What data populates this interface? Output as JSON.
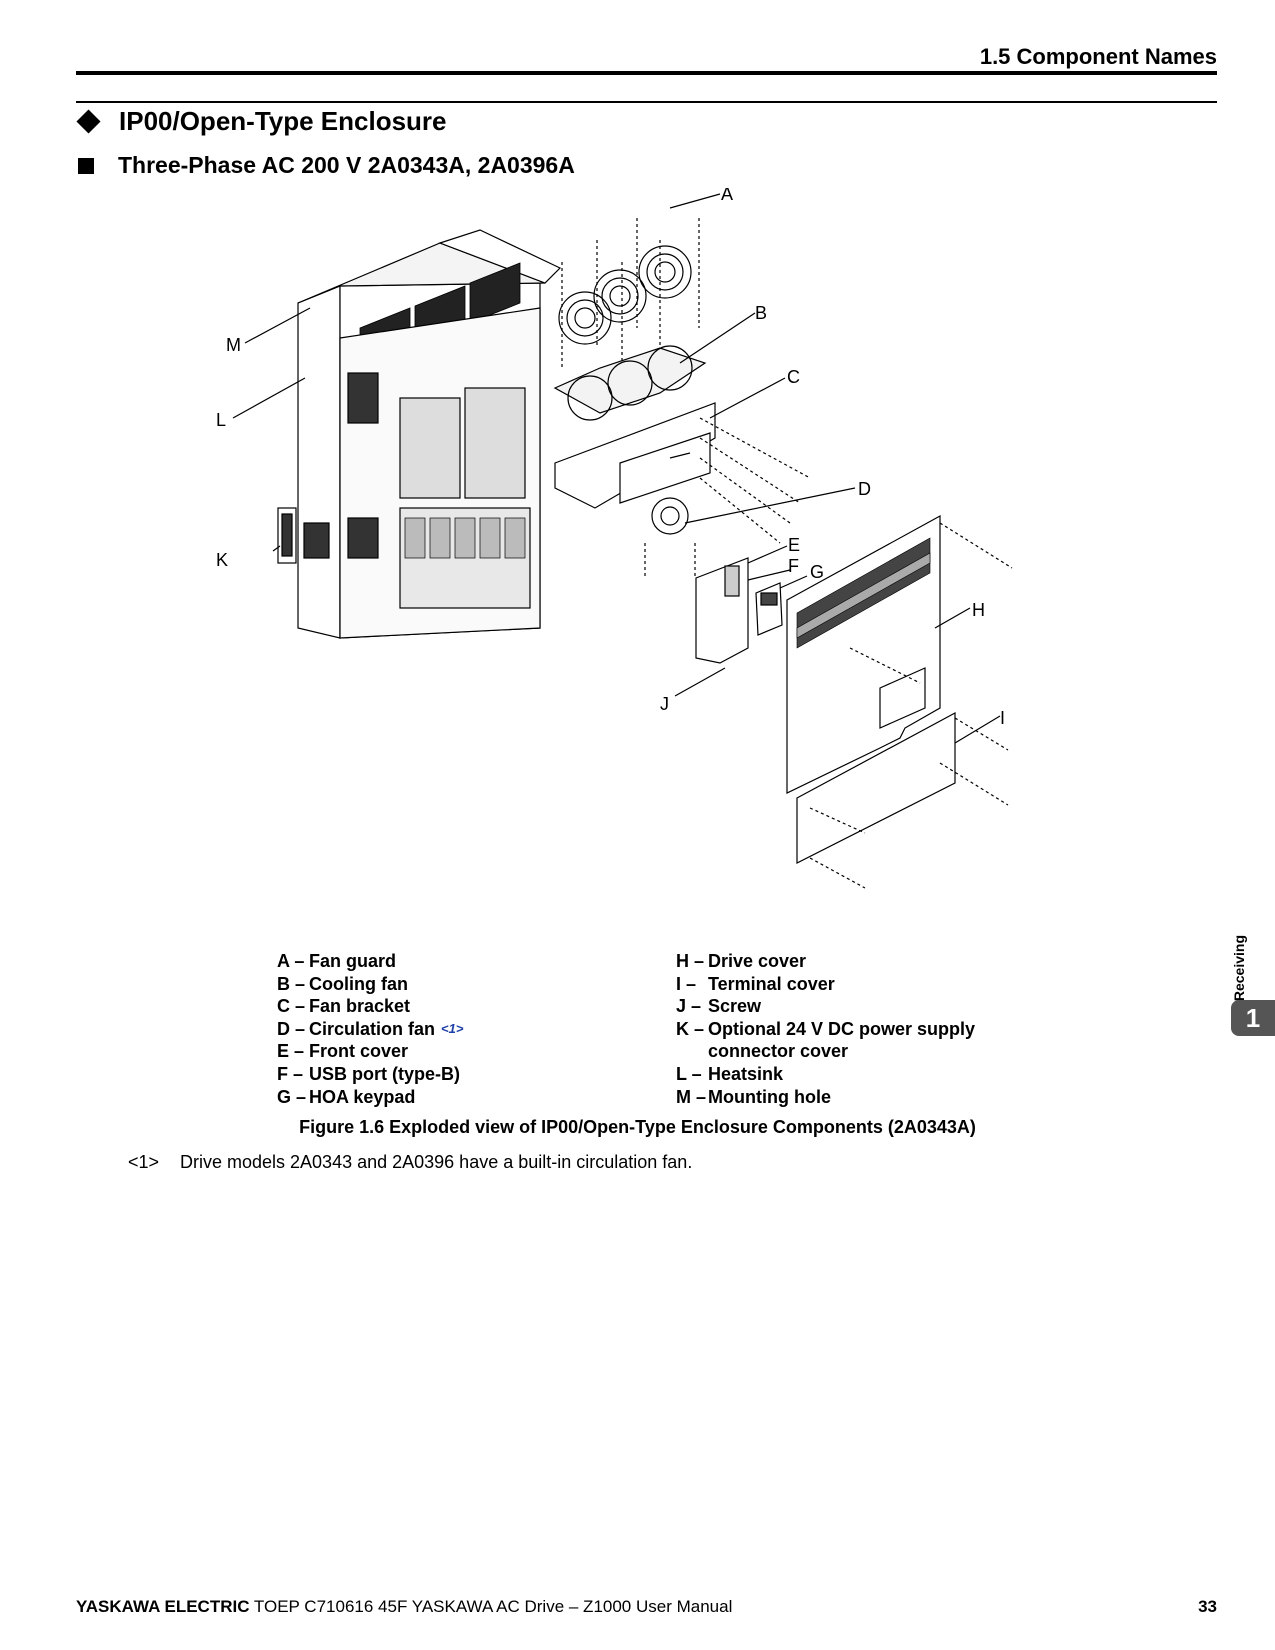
{
  "header": {
    "section": "1.5 Component Names"
  },
  "heading1": "IP00/Open-Type Enclosure",
  "heading2": "Three-Phase AC 200 V 2A0343A, 2A0396A",
  "figure": {
    "callouts": [
      "A",
      "B",
      "C",
      "D",
      "E",
      "F",
      "G",
      "H",
      "I",
      "J",
      "K",
      "L",
      "M"
    ],
    "caption": "Figure 1.6  Exploded view of IP00/Open-Type Enclosure Components (2A0343A)"
  },
  "legend_left": [
    {
      "key": "A –",
      "label": "Fan guard"
    },
    {
      "key": "B –",
      "label": "Cooling fan"
    },
    {
      "key": "C –",
      "label": "Fan bracket"
    },
    {
      "key": "D –",
      "label": "Circulation fan",
      "note": "<1>"
    },
    {
      "key": "E –",
      "label": "Front cover"
    },
    {
      "key": "F –",
      "label": "USB port (type-B)"
    },
    {
      "key": "G –",
      "label": "HOA keypad"
    }
  ],
  "legend_right": [
    {
      "key": "H –",
      "label": "Drive cover"
    },
    {
      "key": "I  –",
      "label": "Terminal cover"
    },
    {
      "key": "J –",
      "label": "Screw"
    },
    {
      "key": "K –",
      "label": "Optional 24 V DC power supply"
    },
    {
      "key": "",
      "label": "connector cover"
    },
    {
      "key": "L –",
      "label": "Heatsink"
    },
    {
      "key": "M –",
      "label": "Mounting hole"
    }
  ],
  "footnote": {
    "mark": "<1>",
    "text": "Drive models 2A0343 and 2A0396 have a built-in circulation fan."
  },
  "side_tab": {
    "label": "Receiving",
    "number": "1"
  },
  "footer": {
    "brand": "YASKAWA ELECTRIC",
    "doc": " TOEP C710616 45F YASKAWA AC Drive – Z1000 User Manual",
    "page": "33"
  }
}
